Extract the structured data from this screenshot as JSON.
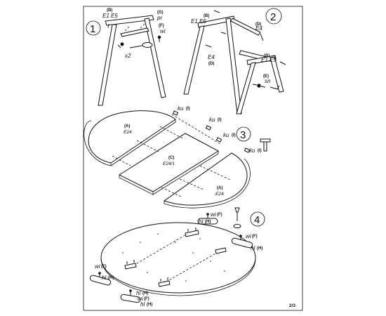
{
  "step1": {
    "number": "1",
    "frame_label": "(B)",
    "frame_code": "E1 E5",
    "bracket_label": "(G)",
    "bracket_code": "pr",
    "screw_label": "(F)",
    "screw_code": "wi",
    "quantity": "x2"
  },
  "step2": {
    "number": "2",
    "frame_top_label": "(B)",
    "frame_top_code": "E1 E5",
    "rail_label": "(D)",
    "rail_code": "E4",
    "rail_left_code": "E4",
    "rail_left_label": "(D)",
    "frame_right_label": "(B)",
    "frame_right_code": "E1 E5",
    "bolt_label": "(E)",
    "bolt_code": "sn"
  },
  "step3": {
    "number": "3",
    "dowel_code": "ku",
    "dowel_label": "(I)",
    "leaf_a_top_label": "(A)",
    "leaf_a_top_code": "E24",
    "leaf_c_label": "(C)",
    "leaf_c_code": "E24/1",
    "leaf_a_bottom_label": "(A)",
    "leaf_a_bottom_code": "E24"
  },
  "step4": {
    "number": "4",
    "screw_code": "wi",
    "screw_label": "(F)",
    "hardware_code": "hl",
    "hardware_label": "(H)"
  },
  "page": {
    "number": "2/3"
  }
}
